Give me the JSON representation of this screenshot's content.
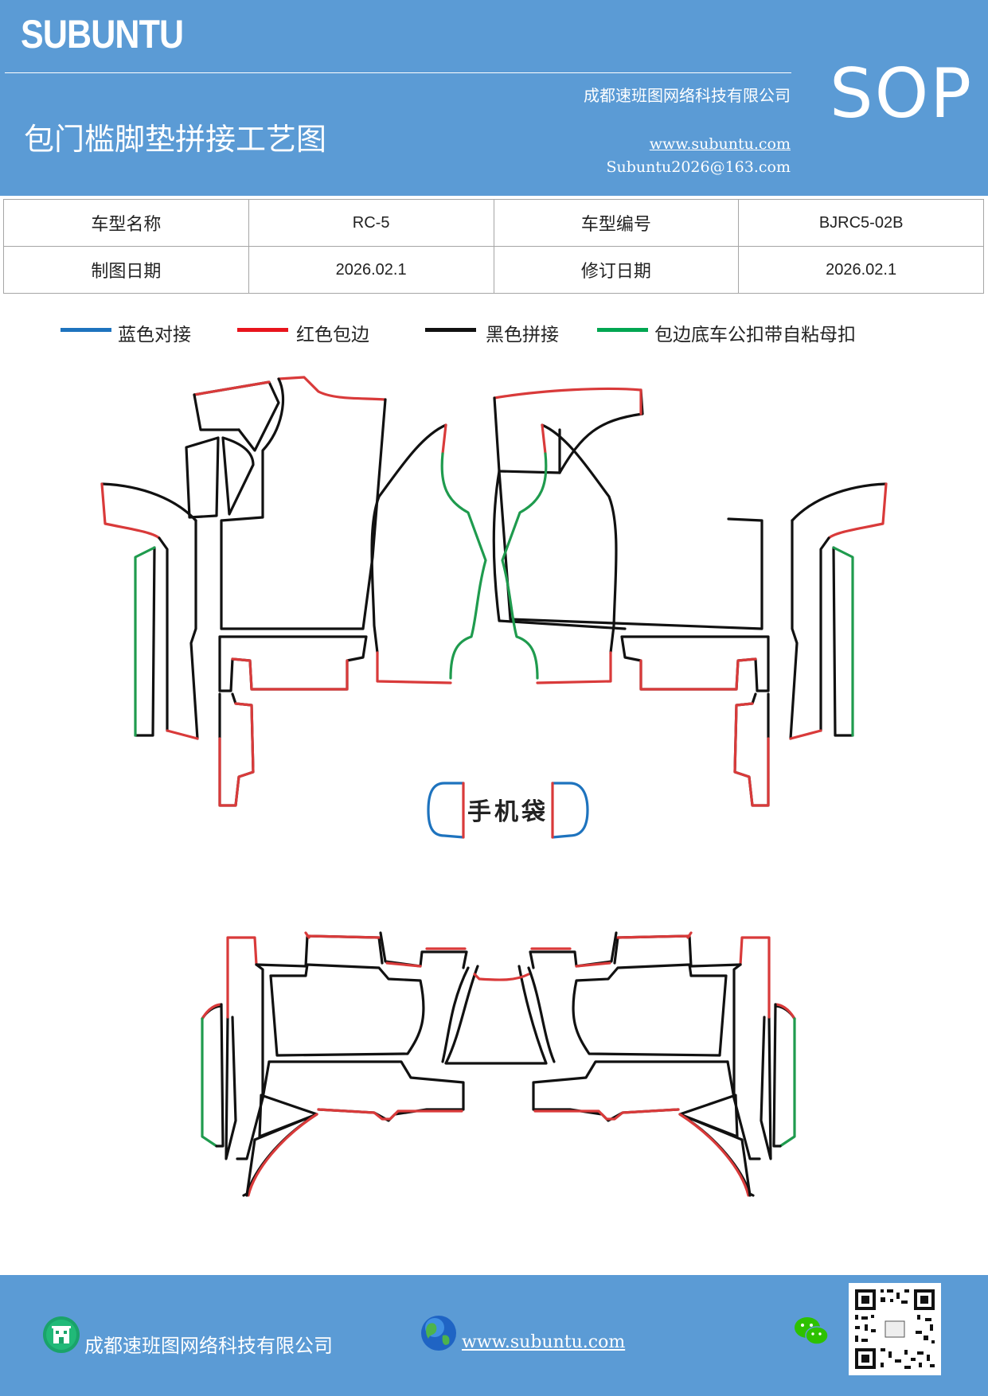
{
  "header": {
    "brand": "SUBUNTU",
    "doc_type": "SOP",
    "company": "成都速班图网络科技有限公司",
    "title": "包门槛脚垫拼接工艺图",
    "website": "www.subuntu.com",
    "email": "Subuntu2026@163.com"
  },
  "info_table": {
    "model_name_label": "车型名称",
    "model_name_value": "RC-5",
    "model_code_label": "车型编号",
    "model_code_value": "BJRC5-02B",
    "draw_date_label": "制图日期",
    "draw_date_value": "2026.02.1",
    "revise_date_label": "修订日期",
    "revise_date_value": "2026.02.1"
  },
  "legend": [
    {
      "label": "蓝色对接",
      "color": "#1e73be"
    },
    {
      "label": "红色包边",
      "color": "#e8141c"
    },
    {
      "label": "黑色拼接",
      "color": "#111111"
    },
    {
      "label": "包边底车公扣带自粘母扣",
      "color": "#00a651"
    }
  ],
  "diagram": {
    "pocket_label": "手机袋",
    "colors": {
      "blue": "#1e73be",
      "red": "#d93a3a",
      "black": "#111111",
      "green": "#1f9b4e"
    }
  },
  "footer": {
    "company": "成都速班图网络科技有限公司",
    "website": "www.subuntu.com"
  }
}
